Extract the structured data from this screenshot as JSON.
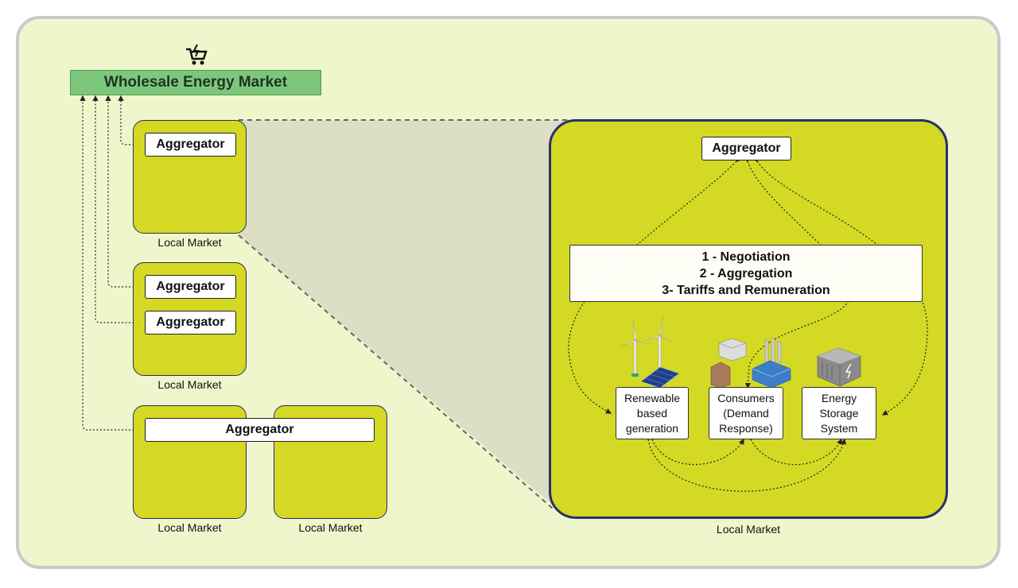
{
  "wholesale": {
    "label": "Wholesale Energy Market",
    "icon": "shopping-cart-lightning-icon"
  },
  "local_markets": {
    "lm1": {
      "aggregator": "Aggregator",
      "label": "Local Market"
    },
    "lm2": {
      "aggregator_a": "Aggregator",
      "aggregator_b": "Aggregator",
      "label": "Local Market"
    },
    "lm3": {
      "aggregator": "Aggregator",
      "label_a": "Local Market",
      "label_b": "Local Market"
    }
  },
  "detail": {
    "aggregator": "Aggregator",
    "steps": [
      "1 - Negotiation",
      "2 - Aggregation",
      "3- Tariffs and Remuneration"
    ],
    "resources": {
      "renewable": [
        "Renewable",
        "based",
        "generation"
      ],
      "consumers": [
        "Consumers",
        "(Demand",
        "Response)"
      ],
      "storage": [
        "Energy",
        "Storage",
        "System"
      ]
    },
    "label": "Local Market"
  },
  "colors": {
    "background": "#f0f6cc",
    "market": "#d4d923",
    "wholesale": "#7dc77d",
    "border": "#2b2e6b"
  }
}
